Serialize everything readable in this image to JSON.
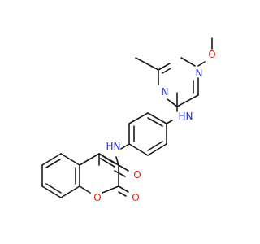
{
  "molecule": {
    "atoms": {
      "pyrimidine_n_top": "N",
      "pyrimidine_n_left": "N",
      "methoxy_o": "O",
      "amine_nh": "H",
      "amine_n": "N",
      "amide_n": "N",
      "amide_nh": "H",
      "ring_o": "O",
      "carbonyl_o_amide": "O",
      "carbonyl_o_lactone": "O"
    },
    "colors": {
      "bond": "#1a1a1a",
      "nitrogen": "#1f2bd6",
      "oxygen": "#e0261b"
    }
  }
}
